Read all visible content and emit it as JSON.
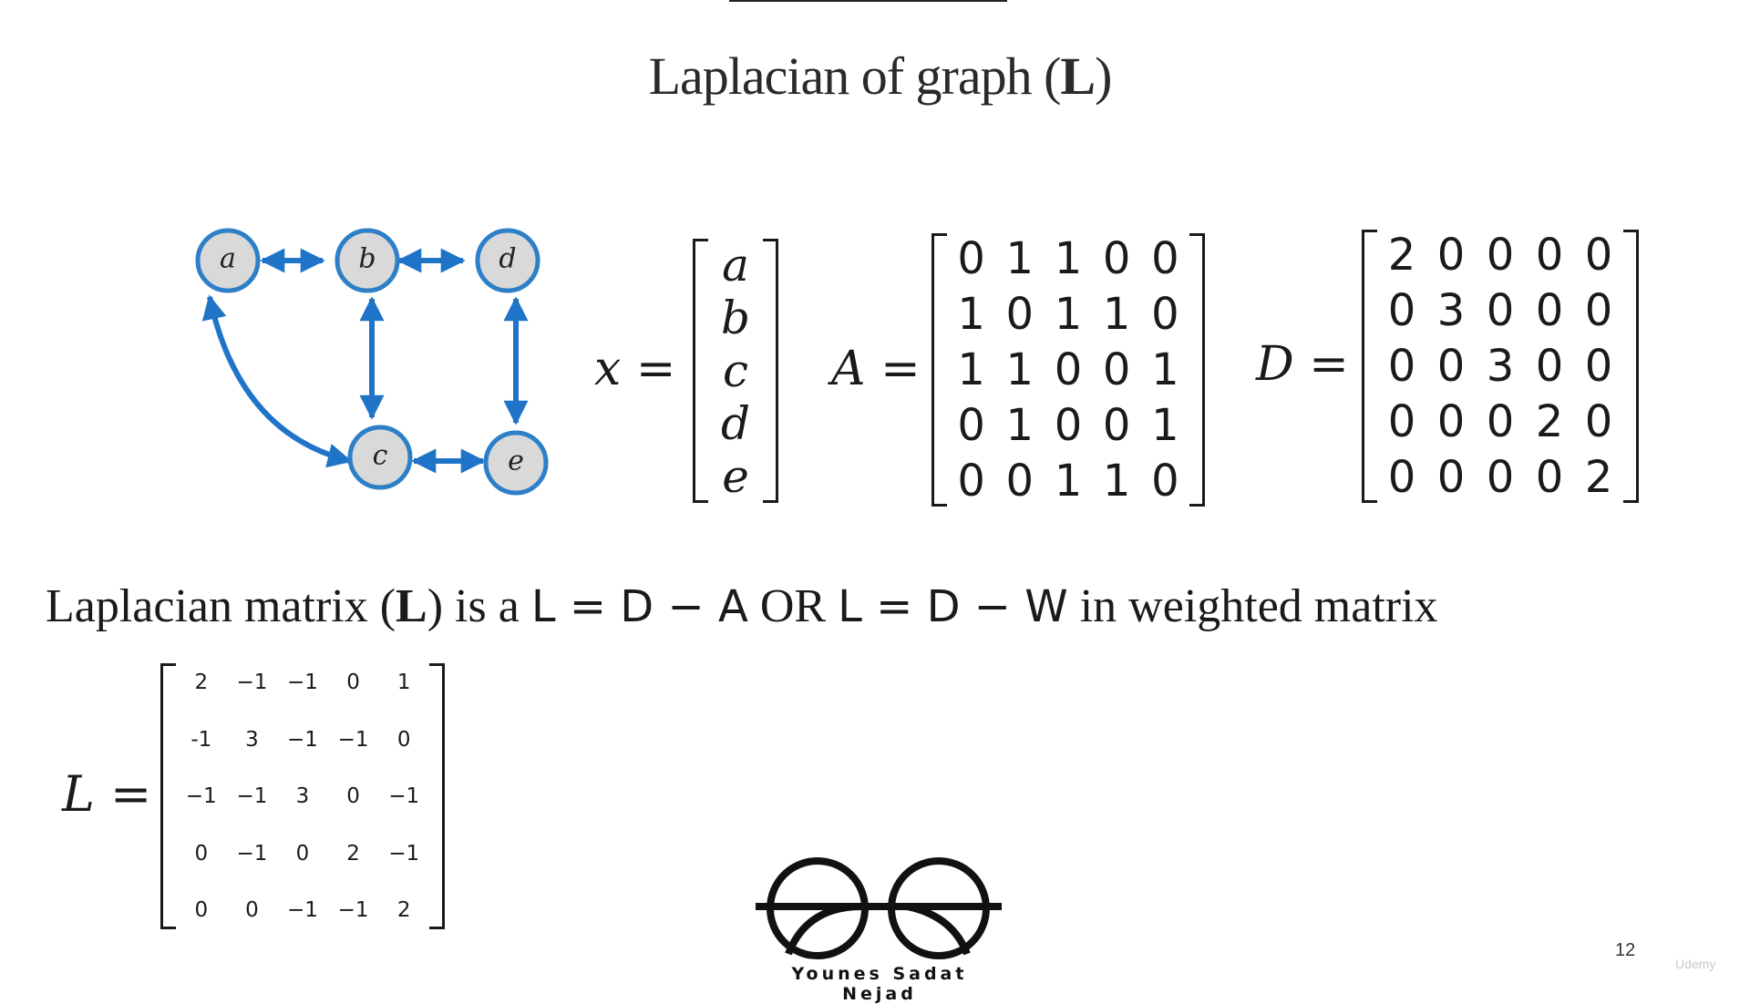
{
  "title_main": "Laplacian of graph (",
  "title_bold": "L",
  "title_close": ")",
  "graph": {
    "nodes": [
      "a",
      "b",
      "d",
      "c",
      "e"
    ],
    "colors": {
      "edge": "#1f74c8",
      "node_fill": "#d9d9d9",
      "node_stroke": "#2d7fc7"
    }
  },
  "vector": {
    "label": "x",
    "eq": "=",
    "entries": [
      "a",
      "b",
      "c",
      "d",
      "e"
    ]
  },
  "adjacency": {
    "label": "A",
    "eq": "=",
    "rows": [
      [
        0,
        1,
        1,
        0,
        0
      ],
      [
        1,
        0,
        1,
        1,
        0
      ],
      [
        1,
        1,
        0,
        0,
        1
      ],
      [
        0,
        1,
        0,
        0,
        1
      ],
      [
        0,
        0,
        1,
        1,
        0
      ]
    ]
  },
  "degree": {
    "label": "D",
    "eq": "=",
    "rows": [
      [
        2,
        0,
        0,
        0,
        0
      ],
      [
        0,
        3,
        0,
        0,
        0
      ],
      [
        0,
        0,
        3,
        0,
        0
      ],
      [
        0,
        0,
        0,
        2,
        0
      ],
      [
        0,
        0,
        0,
        0,
        2
      ]
    ]
  },
  "sentence": {
    "part1": "Laplacian matrix (",
    "bold": "L",
    "part2": ") is a ",
    "eq1": "L = D − A",
    "or": " OR ",
    "eq2": "L = D − W",
    "part3": "  in weighted matrix"
  },
  "laplacian": {
    "label": "L",
    "eq": "=",
    "rows": [
      [
        "2",
        "−1",
        "−1",
        "0",
        "1"
      ],
      [
        "-1",
        "3",
        "−1",
        "−1",
        "0"
      ],
      [
        "−1",
        "−1",
        "3",
        "0",
        "−1"
      ],
      [
        "0",
        "−1",
        "0",
        "2",
        "−1"
      ],
      [
        "0",
        "0",
        "−1",
        "−1",
        "2"
      ]
    ]
  },
  "logo_text": "Younes Sadat Nejad",
  "page_number": "12",
  "watermark": "Udemy"
}
